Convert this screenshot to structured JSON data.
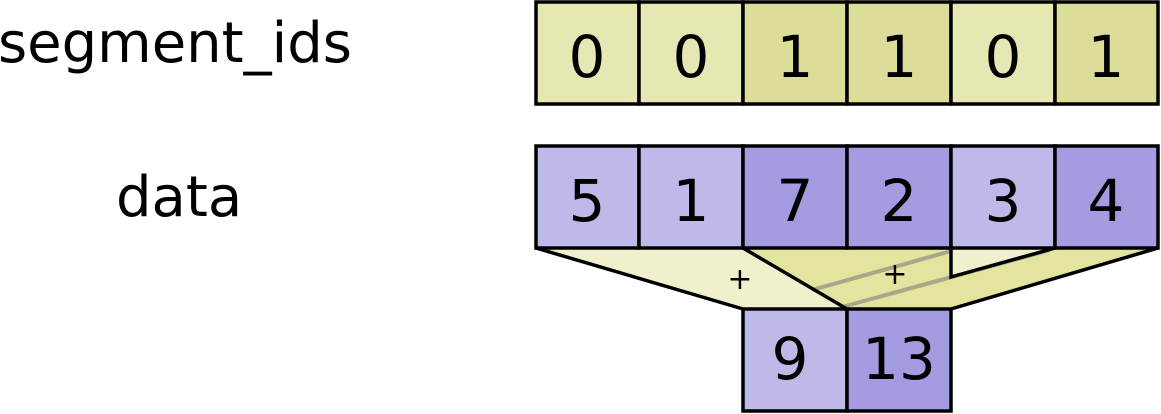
{
  "labels": {
    "segment_ids": "segment_ids",
    "data": "data"
  },
  "segment_ids": [
    "0",
    "0",
    "1",
    "1",
    "0",
    "1"
  ],
  "data": [
    "5",
    "1",
    "7",
    "2",
    "3",
    "4"
  ],
  "result": [
    "9",
    "13"
  ],
  "operator": "+",
  "colors": {
    "segment_even": "#e6e8b4",
    "segment_odd": "#dcdd98",
    "data_segment0": "#bdb9e8",
    "data_segment1": "#a39ce0",
    "funnel_segment0": "#f0f1cc",
    "funnel_segment1": "#e3e49e",
    "crossing_line": "#a8a789"
  }
}
